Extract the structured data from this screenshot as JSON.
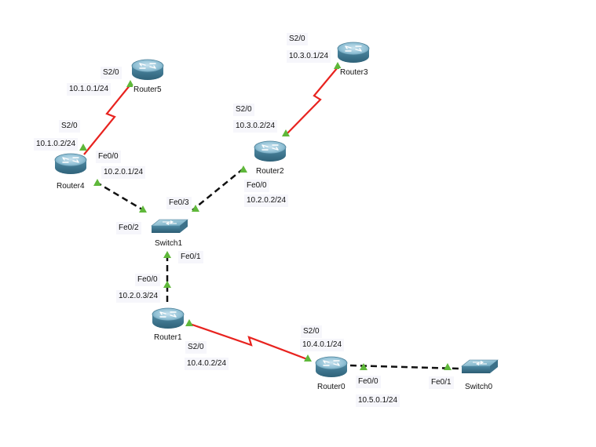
{
  "devices": {
    "router5": {
      "name": "Router5",
      "type": "router"
    },
    "router4": {
      "name": "Router4",
      "type": "router"
    },
    "router3": {
      "name": "Router3",
      "type": "router"
    },
    "router2": {
      "name": "Router2",
      "type": "router"
    },
    "router1": {
      "name": "Router1",
      "type": "router"
    },
    "router0": {
      "name": "Router0",
      "type": "router"
    },
    "switch1": {
      "name": "Switch1",
      "type": "switch"
    },
    "switch0": {
      "name": "Switch0",
      "type": "switch"
    }
  },
  "links": [
    {
      "id": "r5-r4",
      "kind": "serial",
      "color": "#e8231f"
    },
    {
      "id": "r3-r2",
      "kind": "serial",
      "color": "#e8231f"
    },
    {
      "id": "r1-r0",
      "kind": "serial",
      "color": "#e8231f"
    },
    {
      "id": "r4-sw1",
      "kind": "ethernet",
      "color": "#111111"
    },
    {
      "id": "r2-sw1",
      "kind": "ethernet",
      "color": "#111111"
    },
    {
      "id": "r1-sw1",
      "kind": "ethernet",
      "color": "#111111"
    },
    {
      "id": "r0-sw0",
      "kind": "ethernet",
      "color": "#111111"
    }
  ],
  "port_indicator_color": "#5fb83a",
  "labels": {
    "r5_if": "S2/0",
    "r5_ip": "10.1.0.1/24",
    "r4_s_if": "S2/0",
    "r4_s_ip": "10.1.0.2/24",
    "r4_fe_if": "Fe0/0",
    "r4_fe_ip": "10.2.0.1/24",
    "r3_if": "S2/0",
    "r3_ip": "10.3.0.1/24",
    "r2_s_if": "S2/0",
    "r2_s_ip": "10.3.0.2/24",
    "r2_fe_if": "Fe0/0",
    "r2_fe_ip": "10.2.0.2/24",
    "sw1_fe03": "Fe0/3",
    "sw1_fe02": "Fe0/2",
    "sw1_fe01": "Fe0/1",
    "r1_fe_if": "Fe0/0",
    "r1_fe_ip": "10.2.0.3/24",
    "r1_s_if": "S2/0",
    "r1_s_ip": "10.4.0.2/24",
    "r0_s_if": "S2/0",
    "r0_s_ip": "10.4.0.1/24",
    "r0_fe_if": "Fe0/0",
    "r0_fe_ip": "10.5.0.1/24",
    "sw0_fe01": "Fe0/1"
  }
}
